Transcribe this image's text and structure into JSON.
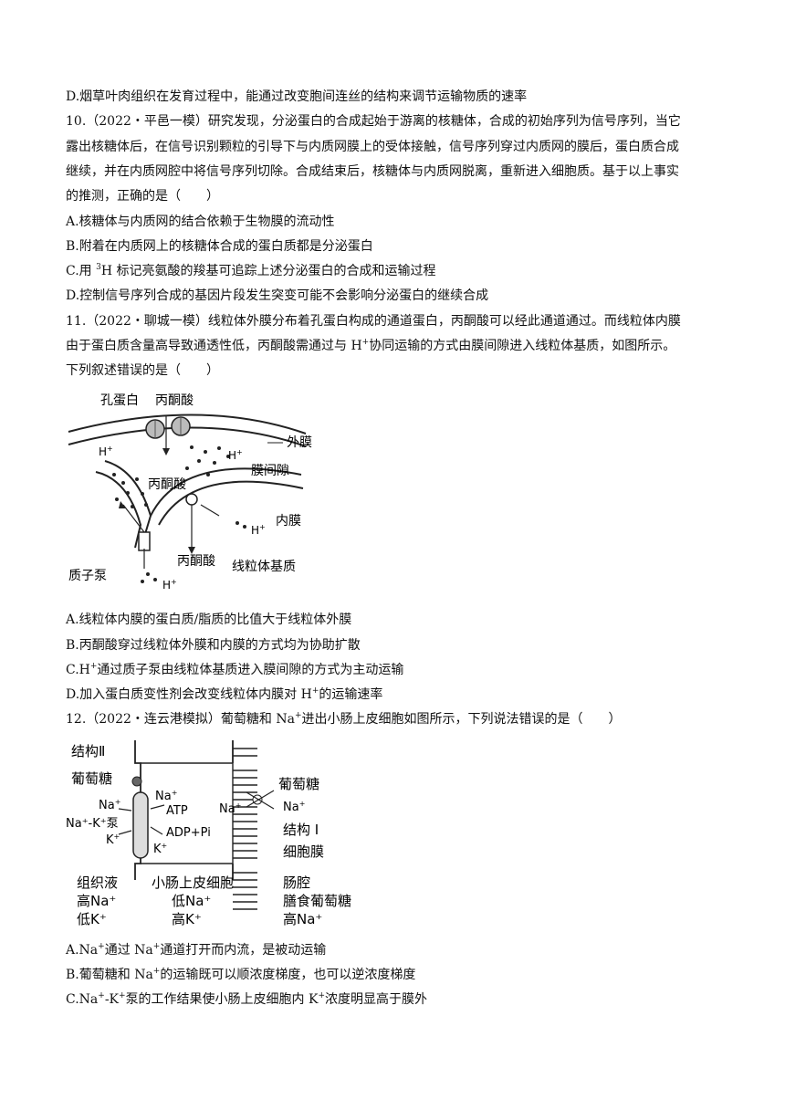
{
  "q9": {
    "optD": "D.烟草叶肉组织在发育过程中，能通过改变胞间连丝的结构来调节运输物质的速率"
  },
  "q10": {
    "stem1": "10.（2022・平邑一模）研究发现，分泌蛋白的合成起始于游离的核糖体，合成的初始序列为信号序列，当它",
    "stem2": "露出核糖体后，在信号识别颗粒的引导下与内质网膜上的受体接触，信号序列穿过内质网的膜后，蛋白质合成",
    "stem3": "继续，并在内质网腔中将信号序列切除。合成结束后，核糖体与内质网脱离，重新进入细胞质。基于以上事实",
    "stem4": "的推测，正确的是（　　）",
    "optA": "A.核糖体与内质网的结合依赖于生物膜的流动性",
    "optB": "B.附着在内质网上的核糖体合成的蛋白质都是分泌蛋白",
    "optC_pre": "C.用 ",
    "optC_sup": "3",
    "optC_post": "H 标记亮氨酸的羧基可追踪上述分泌蛋白的合成和运输过程",
    "optD": "D.控制信号序列合成的基因片段发生突变可能不会影响分泌蛋白的继续合成"
  },
  "q11": {
    "stem1": "11.（2022・聊城一模）线粒体外膜分布着孔蛋白构成的通道蛋白，丙酮酸可以经此通道通过。而线粒体内膜",
    "stem2_pre": "由于蛋白质含量高导致通透性低，丙酮酸需通过与 H",
    "stem2_sup": "+",
    "stem2_post": "协同运输的方式由膜间隙进入线粒体基质，如图所示。",
    "stem3": "下列叙述错误的是（　　）",
    "fig": {
      "porin": "孔蛋白",
      "pyruvate_top": "丙酮酸",
      "outer": "外膜",
      "h_left": "H",
      "h_mid": "H",
      "plus": "+",
      "intermembrane": "膜间隙",
      "pyruvate_mid": "丙酮酸",
      "inner": "内膜",
      "h_right": "H",
      "pyruvate_low": "丙酮酸",
      "matrix": "线粒体基质",
      "pump": "质子泵",
      "h_bottom": "H"
    },
    "optA": "A.线粒体内膜的蛋白质/脂质的比值大于线粒体外膜",
    "optB": "B.丙酮酸穿过线粒体外膜和内膜的方式均为协助扩散",
    "optC_pre": "C.H",
    "optC_sup": "+",
    "optC_post": "通过质子泵由线粒体基质进入膜间隙的方式为主动运输",
    "optD_pre": "D.加入蛋白质变性剂会改变线粒体内膜对 H",
    "optD_sup": "+",
    "optD_post": "的运输速率"
  },
  "q12": {
    "stem_pre": "12.（2022・连云港模拟）葡萄糖和 Na",
    "stem_sup": "+",
    "stem_post": "进出小肠上皮细胞如图所示，下列说法错误的是（　　）",
    "fig": {
      "struct2": "结构Ⅱ",
      "glucose_left": "葡萄糖",
      "na": "Na",
      "k": "K",
      "plus": "+",
      "atp": "ATP",
      "adp": "ADP+Pi",
      "pump": "Na⁺-K⁺泵",
      "glucose_right": "葡萄糖",
      "struct1": "结构 I",
      "membrane": "细胞膜",
      "tissue_fluid": "组织液",
      "high_na": "高Na⁺",
      "low_k": "低K⁺",
      "cell": "小肠上皮细胞",
      "low_na": "低Na⁺",
      "high_k": "高K⁺",
      "lumen": "肠腔",
      "dietary_glucose": "膳食葡萄糖",
      "high_na2": "高Na⁺"
    },
    "optA_pre": "A.Na",
    "optA_sup": "+",
    "optA_mid": "通过 Na",
    "optA_sup2": "+",
    "optA_post": "通道打开而内流，是被动运输",
    "optB_pre": "B.葡萄糖和 Na",
    "optB_sup": "+",
    "optB_post": "的运输既可以顺浓度梯度，也可以逆浓度梯度",
    "optC_pre": "C.Na",
    "optC_sup": "+",
    "optC_mid": "-K",
    "optC_sup2": "+",
    "optC_mid2": "泵的工作结果使小肠上皮细胞内 K",
    "optC_sup3": "+",
    "optC_post": "浓度明显高于膜外"
  }
}
